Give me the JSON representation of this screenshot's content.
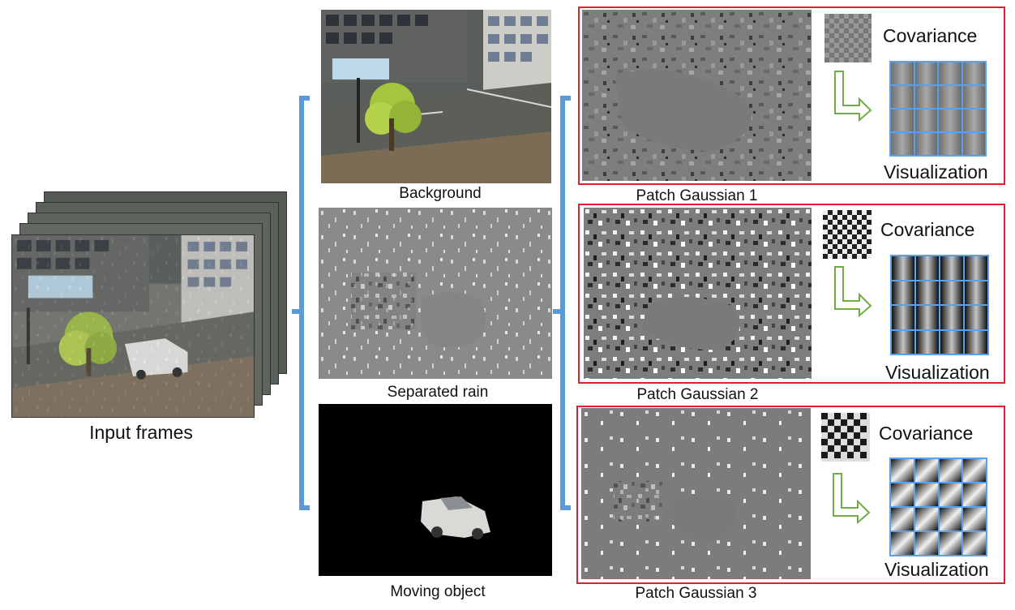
{
  "captions": {
    "input_frames": "Input frames",
    "background": "Background",
    "separated_rain": "Separated rain",
    "moving_object": "Moving object"
  },
  "patches": [
    {
      "label": "Patch Gaussian 1",
      "covariance": "Covariance",
      "visualization": "Visualization"
    },
    {
      "label": "Patch Gaussian 2",
      "covariance": "Covariance",
      "visualization": "Visualization"
    },
    {
      "label": "Patch Gaussian 3",
      "covariance": "Covariance",
      "visualization": "Visualization"
    }
  ],
  "colors": {
    "bracket": "#5b9bd5",
    "red_box": "#e0202a",
    "arrow": "#70ad47",
    "grid": "#5aa0ea"
  }
}
